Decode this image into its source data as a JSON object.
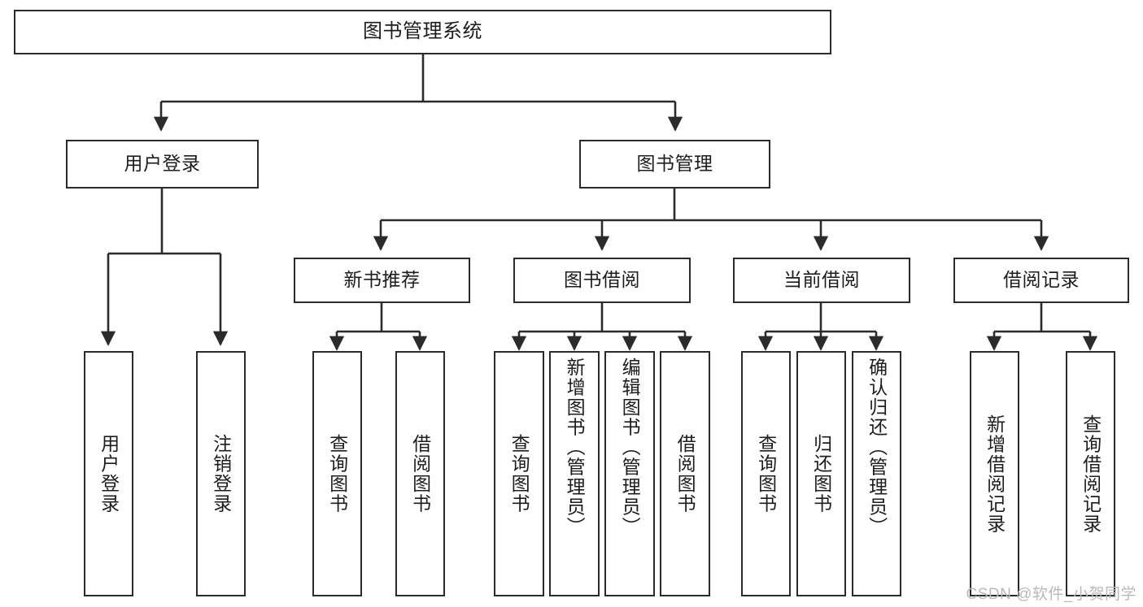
{
  "diagram": {
    "title": "图书管理系统",
    "type": "hierarchy-tree",
    "orientation": "top-down",
    "theme": {
      "background": "#ffffff",
      "box_fill": "#ffffff",
      "box_stroke": "#2b2b2b",
      "connector_stroke": "#2b2b2b",
      "text_color": "#1d1d1d",
      "watermark_color": "#b9b9b9"
    },
    "watermark": "CSDN @软件_小贺同学",
    "levels": [
      {
        "level": 1,
        "nodes": [
          {
            "id": "root",
            "label": "图书管理系统",
            "orientation": "horizontal"
          }
        ]
      },
      {
        "level": 2,
        "nodes": [
          {
            "id": "user-login",
            "label": "用户登录",
            "orientation": "horizontal",
            "parent": "root"
          },
          {
            "id": "book-manage",
            "label": "图书管理",
            "orientation": "horizontal",
            "parent": "root"
          }
        ]
      },
      {
        "level": 3,
        "nodes": [
          {
            "id": "new-book-recommend",
            "label": "新书推荐",
            "orientation": "horizontal",
            "parent": "book-manage"
          },
          {
            "id": "book-borrow",
            "label": "图书借阅",
            "orientation": "horizontal",
            "parent": "book-manage"
          },
          {
            "id": "current-borrow",
            "label": "当前借阅",
            "orientation": "horizontal",
            "parent": "book-manage"
          },
          {
            "id": "borrow-record",
            "label": "借阅记录",
            "orientation": "horizontal",
            "parent": "book-manage"
          }
        ]
      },
      {
        "level": 4,
        "nodes": [
          {
            "id": "leaf-user-login",
            "label": "用户登录",
            "orientation": "vertical",
            "parent": "user-login"
          },
          {
            "id": "leaf-logout-login",
            "label": "注销登录",
            "orientation": "vertical",
            "parent": "user-login"
          },
          {
            "id": "leaf-query-book-1",
            "label": "查询图书",
            "orientation": "vertical",
            "parent": "new-book-recommend"
          },
          {
            "id": "leaf-borrow-book-1",
            "label": "借阅图书",
            "orientation": "vertical",
            "parent": "new-book-recommend"
          },
          {
            "id": "leaf-query-book-2",
            "label": "查询图书",
            "orientation": "vertical",
            "parent": "book-borrow"
          },
          {
            "id": "leaf-add-book",
            "label": "新增图书（管理员）",
            "orientation": "vertical",
            "parent": "book-borrow"
          },
          {
            "id": "leaf-edit-book",
            "label": "编辑图书（管理员）",
            "orientation": "vertical",
            "parent": "book-borrow"
          },
          {
            "id": "leaf-borrow-book-2",
            "label": "借阅图书",
            "orientation": "vertical",
            "parent": "book-borrow"
          },
          {
            "id": "leaf-query-book-3",
            "label": "查询图书",
            "orientation": "vertical",
            "parent": "current-borrow"
          },
          {
            "id": "leaf-return-book",
            "label": "归还图书",
            "orientation": "vertical",
            "parent": "current-borrow"
          },
          {
            "id": "leaf-confirm-return",
            "label": "确认归还（管理员）",
            "orientation": "vertical",
            "parent": "current-borrow"
          },
          {
            "id": "leaf-add-record",
            "label": "新增借阅记录",
            "orientation": "vertical",
            "parent": "borrow-record"
          },
          {
            "id": "leaf-query-record",
            "label": "查询借阅记录",
            "orientation": "vertical",
            "parent": "borrow-record"
          }
        ]
      }
    ]
  }
}
